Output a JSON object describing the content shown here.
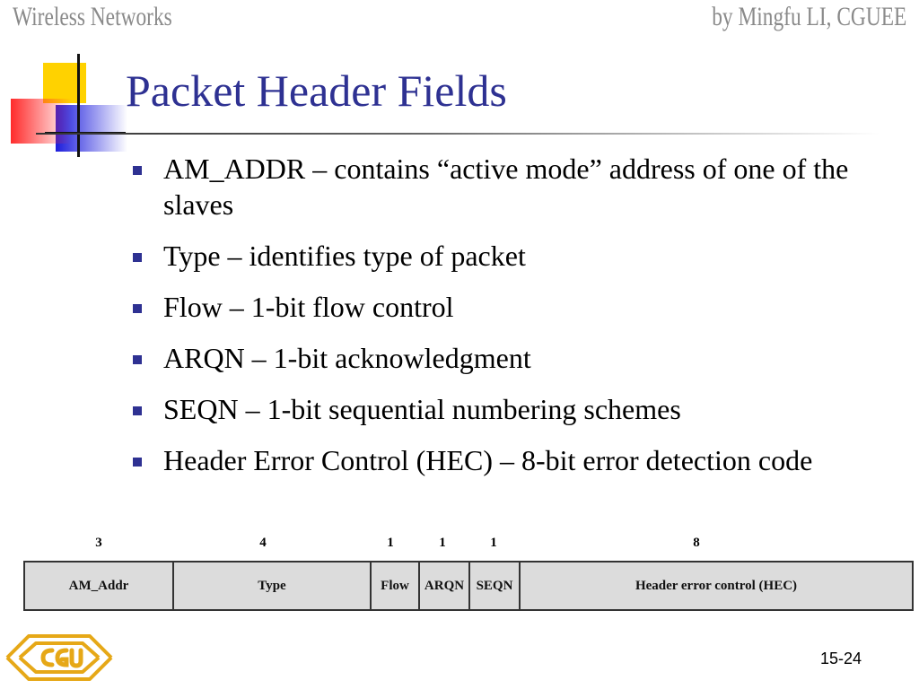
{
  "header": {
    "left_text": "Wireless Networks",
    "right_text": "by Mingfu LI, CGUEE"
  },
  "slide": {
    "title": "Packet Header Fields",
    "bullets": [
      "AM_ADDR – contains “active mode” address of one of the slaves",
      "Type – identifies type of packet",
      "Flow – 1-bit flow control",
      "ARQN – 1-bit acknowledgment",
      "SEQN – 1-bit sequential numbering schemes",
      "Header Error Control (HEC) – 8-bit error detection code"
    ],
    "bullet_color": "#2e3192"
  },
  "figure": {
    "fields": [
      {
        "bits": "3",
        "label": "AM_Addr"
      },
      {
        "bits": "4",
        "label": "Type"
      },
      {
        "bits": "1",
        "label": "Flow"
      },
      {
        "bits": "1",
        "label": "ARQN"
      },
      {
        "bits": "1",
        "label": "SEQN"
      },
      {
        "bits": "8",
        "label": "Header error control (HEC)"
      }
    ]
  },
  "footer": {
    "logo_name": "cgu-logo-icon",
    "page_number": "15-24"
  },
  "colors": {
    "title": "#2e3192",
    "header_text": "#8a8a8a",
    "figure_fill": "#dcdcdc",
    "logo": "#e6a817"
  }
}
